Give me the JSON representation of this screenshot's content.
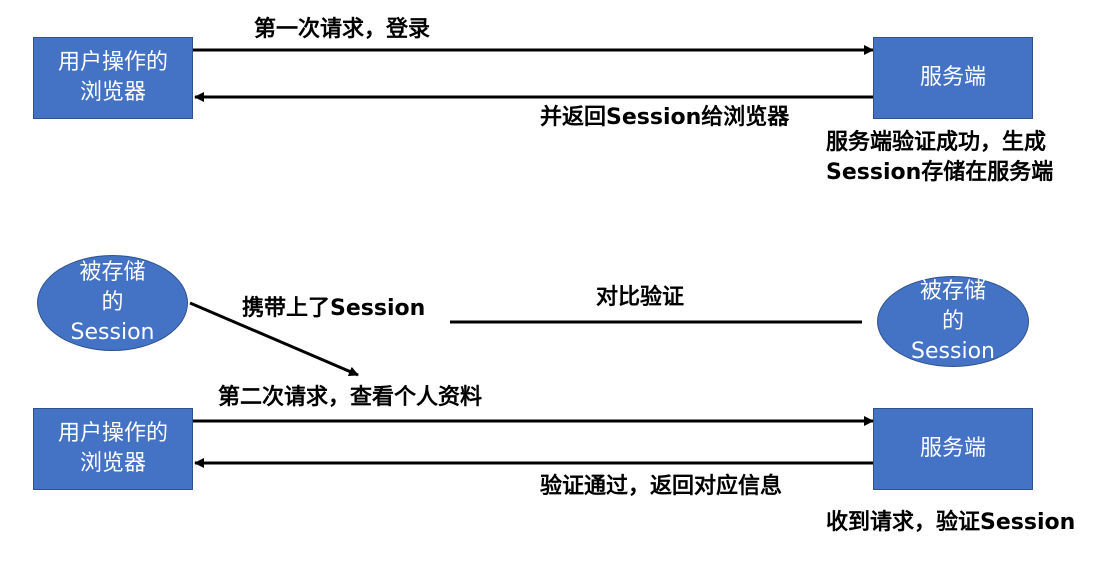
{
  "top": {
    "browser_label": "用户操作的浏览器",
    "server_label": "服务端",
    "request_label": "第一次请求，登录",
    "response_label": "并返回Session给浏览器",
    "server_note_line1": "服务端验证成功，生成",
    "server_note_line2": "Session存储在服务端"
  },
  "middle": {
    "client_session_label": "被存储的Session",
    "server_session_label": "被存储的Session",
    "carry_label": "携带上了Session",
    "compare_label": "对比验证"
  },
  "bottom": {
    "browser_label": "用户操作的浏览器",
    "server_label": "服务端",
    "request_label": "第二次请求，查看个人资料",
    "response_label": "验证通过，返回对应信息",
    "server_note": "收到请求，验证Session"
  },
  "colors": {
    "node_fill": "#4472c4",
    "node_border": "#2f528f",
    "line": "#000000"
  }
}
